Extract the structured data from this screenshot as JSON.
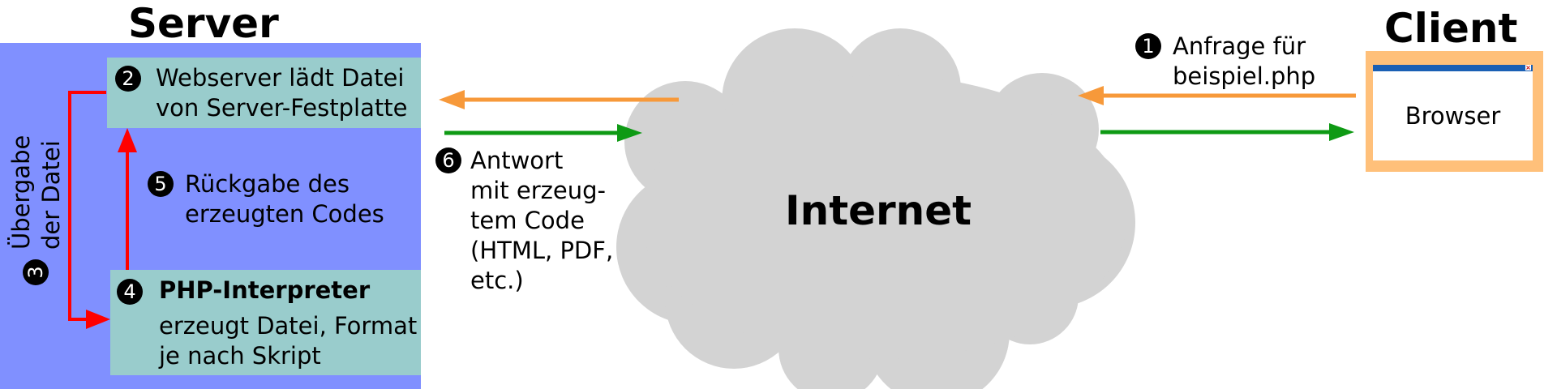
{
  "server": {
    "title": "Server",
    "panel_color": "#8090ff",
    "box_color": "#99cccc",
    "step2": {
      "num": "2",
      "line1": "Webserver lädt Datei",
      "line2": "von Server-Festplatte"
    },
    "step3": {
      "num": "3",
      "line1": "Übergabe",
      "line2": "der Datei"
    },
    "step4": {
      "num": "4",
      "title": "PHP-Interpreter",
      "line1": "erzeugt Datei, Format",
      "line2": "je nach Skript"
    },
    "step5": {
      "num": "5",
      "line1": "Rückgabe des",
      "line2": "erzeugten Codes"
    }
  },
  "internet": {
    "label": "Internet",
    "color": "#d3d3d3"
  },
  "response": {
    "num": "6",
    "lines": [
      "Antwort",
      "mit erzeug-",
      "tem Code",
      "(HTML, PDF,",
      "etc.)"
    ]
  },
  "client": {
    "title": "Client",
    "frame_color": "#ffc07a",
    "browser_label": "Browser",
    "titlebar_color": "#1a5fb4",
    "close_glyph": "×",
    "step1": {
      "num": "1",
      "line1": "Anfrage für",
      "line2": "beispiel.php"
    }
  },
  "colors": {
    "request": "#f7993a",
    "response": "#0e9a14",
    "internal": "#ff0000"
  }
}
